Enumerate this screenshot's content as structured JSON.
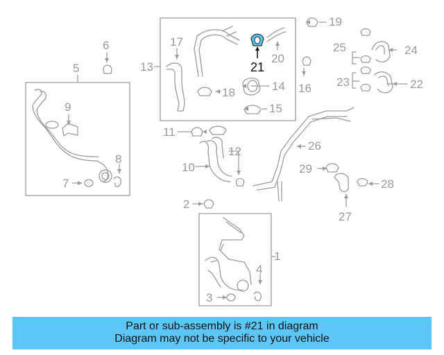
{
  "callouts": [
    "1",
    "2",
    "3",
    "4",
    "5",
    "6",
    "7",
    "8",
    "9",
    "10",
    "11",
    "12",
    "13",
    "14",
    "15",
    "16",
    "17",
    "18",
    "19",
    "20",
    "21",
    "22",
    "23",
    "24",
    "25",
    "26",
    "27",
    "28",
    "29"
  ],
  "highlight_callout": "21",
  "banner": {
    "line1": "Part or sub-assembly is #21 in diagram",
    "line2": "Diagram may not be specific to your vehicle"
  },
  "colors": {
    "line": "#9a9a9a",
    "highlight_part": "#4fc3e8",
    "banner_bg": "#5ec6f7"
  }
}
